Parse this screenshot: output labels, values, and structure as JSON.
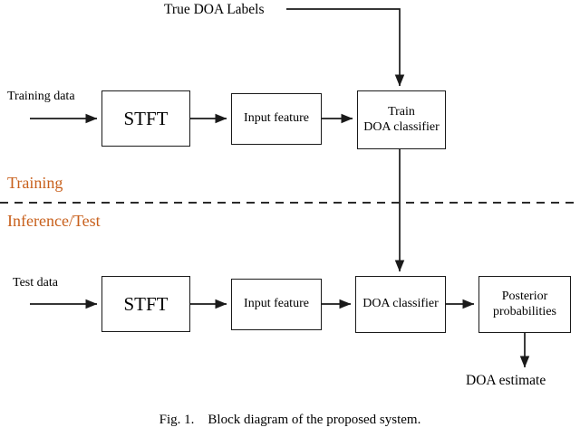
{
  "figure": {
    "caption": "Fig. 1.    Block diagram of the proposed system.",
    "colors": {
      "ink": "#1a1a1a",
      "section_accent": "#c8601c",
      "background": "#ffffff"
    }
  },
  "diagram": {
    "type": "block-diagram",
    "title_label": "True DOA Labels",
    "sections": [
      {
        "id": "training",
        "label": "Training"
      },
      {
        "id": "inference",
        "label": "Inference/Test"
      }
    ],
    "divider": {
      "style": "dashed"
    },
    "training_row": {
      "input_label": "Training data",
      "blocks": [
        {
          "id": "stft-train",
          "label": "STFT"
        },
        {
          "id": "input-feature-train",
          "label": "Input feature"
        },
        {
          "id": "train-doa-classifier",
          "label": "Train\nDOA classifier"
        }
      ]
    },
    "inference_row": {
      "input_label": "Test data",
      "blocks": [
        {
          "id": "stft-test",
          "label": "STFT"
        },
        {
          "id": "input-feature-test",
          "label": "Input feature"
        },
        {
          "id": "doa-classifier",
          "label": "DOA classifier"
        },
        {
          "id": "posterior-probabilities",
          "label": "Posterior\nprobabilities"
        }
      ],
      "output_label": "DOA estimate"
    }
  }
}
